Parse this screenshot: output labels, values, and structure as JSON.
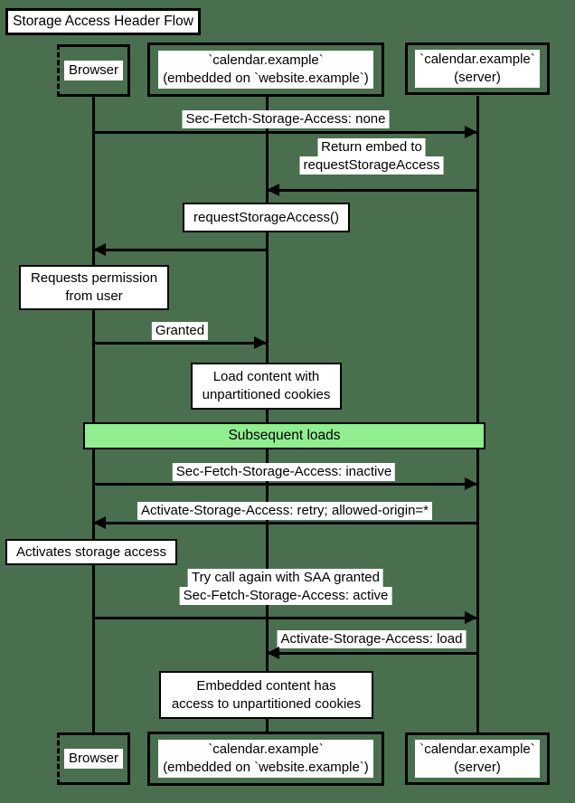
{
  "title": "Storage Access Header Flow",
  "colors": {
    "background": "#4a6f4f",
    "line": "#000000",
    "box_fill": "#ffffff",
    "divider_fill": "#90ee90",
    "text": "#000000"
  },
  "actors": [
    {
      "id": "browser",
      "label": "Browser"
    },
    {
      "id": "embed",
      "label": "`calendar.example`\n(embedded on `website.example`)"
    },
    {
      "id": "server",
      "label": "`calendar.example`\n(server)"
    }
  ],
  "messages": [
    {
      "from": "browser",
      "to": "server",
      "label": "Sec-Fetch-Storage-Access: none"
    },
    {
      "from": "server",
      "to": "embed",
      "lines": [
        "Return embed to",
        "requestStorageAccess"
      ]
    },
    {
      "from": "embed",
      "to": "browser",
      "label": ""
    },
    {
      "from": "browser",
      "to": "embed",
      "label": "Granted"
    },
    {
      "from": "browser",
      "to": "server",
      "label": "Sec-Fetch-Storage-Access: inactive"
    },
    {
      "from": "server",
      "to": "browser",
      "label": "Activate-Storage-Access: retry; allowed-origin=*"
    },
    {
      "from": "browser",
      "to": "server",
      "lines": [
        "Try call again with SAA granted",
        "Sec-Fetch-Storage-Access: active"
      ]
    },
    {
      "from": "server",
      "to": "embed",
      "label": "Activate-Storage-Access: load"
    }
  ],
  "notes": [
    {
      "over": "embed",
      "text": "requestStorageAccess()"
    },
    {
      "over": "browser",
      "text": "Requests permission\nfrom user"
    },
    {
      "over": "embed",
      "text": "Load content with\nunpartitioned cookies"
    },
    {
      "over": "browser",
      "text": "Activates storage access"
    },
    {
      "over": "embed",
      "text": "Embedded content has\naccess to unpartitioned cookies"
    }
  ],
  "divider": {
    "label": "Subsequent loads"
  }
}
